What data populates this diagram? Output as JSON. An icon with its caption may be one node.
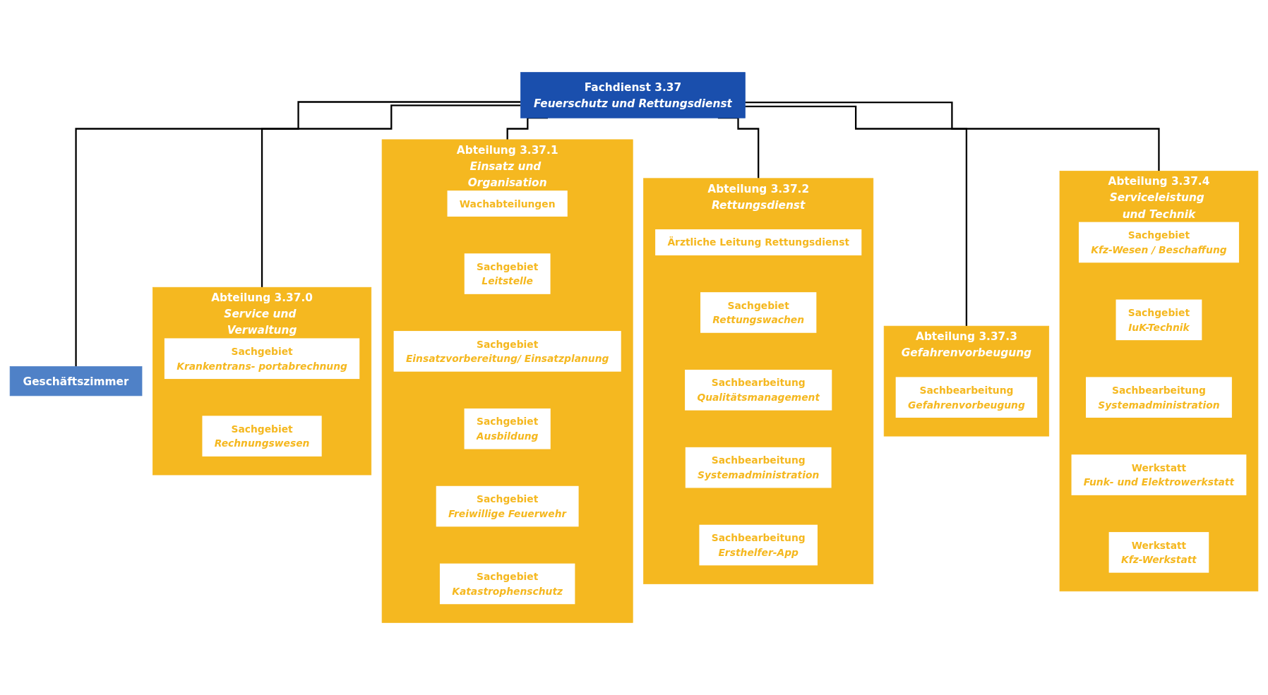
{
  "diagram": {
    "nodes": [
      {
        "text": [
          "Fachdienst 3.37",
          "Feuerschutz und Rettungsdienst"
        ]
      },
      {
        "text": [
          "Geschäftszimmer"
        ]
      },
      {
        "text": [
          "Abteilung 3.37.0",
          "Service und Verwaltung"
        ]
      },
      {
        "text": [
          "Abteilung 3.37.1",
          "Einsatz und Organisation"
        ]
      },
      {
        "text": [
          "Abteilung 3.37.2",
          "Rettungsdienst"
        ]
      },
      {
        "text": [
          "Abteilung 3.37.3",
          "Gefahrenvorbeugung"
        ]
      },
      {
        "text": [
          "Abteilung 3.37.4",
          "Serviceleistung und Technik"
        ]
      },
      {
        "text": [
          "Sachgebiet",
          "Krankentrans- portabrechnung"
        ],
        "in": 2
      },
      {
        "text": [
          "Sachgebiet",
          "Rechnungswesen"
        ],
        "in": 2
      },
      {
        "text": [
          "Wachabteilungen"
        ],
        "in": 3
      },
      {
        "text": [
          "Sachgebiet",
          "Leitstelle"
        ],
        "in": 3
      },
      {
        "text": [
          "Sachgebiet",
          "Einsatzvorbereitung/ Einsatzplanung"
        ],
        "in": 3
      },
      {
        "text": [
          "Sachgebiet",
          "Ausbildung"
        ],
        "in": 3
      },
      {
        "text": [
          "Sachgebiet",
          "Freiwillige Feuerwehr"
        ],
        "in": 3
      },
      {
        "text": [
          "Sachgebiet",
          "Katastrophenschutz"
        ],
        "in": 3
      },
      {
        "text": [
          "Ärztliche Leitung Rettungsdienst"
        ],
        "in": 4
      },
      {
        "text": [
          "Sachgebiet",
          "Rettungswachen"
        ],
        "in": 4
      },
      {
        "text": [
          "Sachbearbeitung",
          "Qualitätsmanagement"
        ],
        "in": 4
      },
      {
        "text": [
          "Sachbearbeitung",
          "Systemadministration"
        ],
        "in": 4
      },
      {
        "text": [
          "Sachbearbeitung",
          "Ersthelfer-App"
        ],
        "in": 4
      },
      {
        "text": [
          "Sachbearbeitung",
          "Gefahrenvorbeugung"
        ],
        "in": 5
      },
      {
        "text": [
          "Sachgebiet",
          "Kfz-Wesen / Beschaffung"
        ],
        "in": 6
      },
      {
        "text": [
          "Sachgebiet",
          "IuK-Technik"
        ],
        "in": 6
      },
      {
        "text": [
          "Sachbearbeitung",
          "Systemadministration"
        ],
        "in": 6
      },
      {
        "text": [
          "Werkstatt",
          "Funk- und Elektrowerkstatt"
        ],
        "in": 6
      },
      {
        "text": [
          "Werkstatt",
          "Kfz-Werkstatt"
        ],
        "in": 6
      }
    ],
    "edges": [
      {
        "from": 0,
        "to": 1,
        "arrow": "none"
      },
      {
        "from": 0,
        "to": 2,
        "arrow": "none"
      },
      {
        "from": 0,
        "to": 3,
        "arrow": "none"
      },
      {
        "from": 0,
        "to": 4,
        "arrow": "none"
      },
      {
        "from": 0,
        "to": 5,
        "arrow": "none"
      },
      {
        "from": 0,
        "to": 6,
        "arrow": "none"
      }
    ]
  }
}
